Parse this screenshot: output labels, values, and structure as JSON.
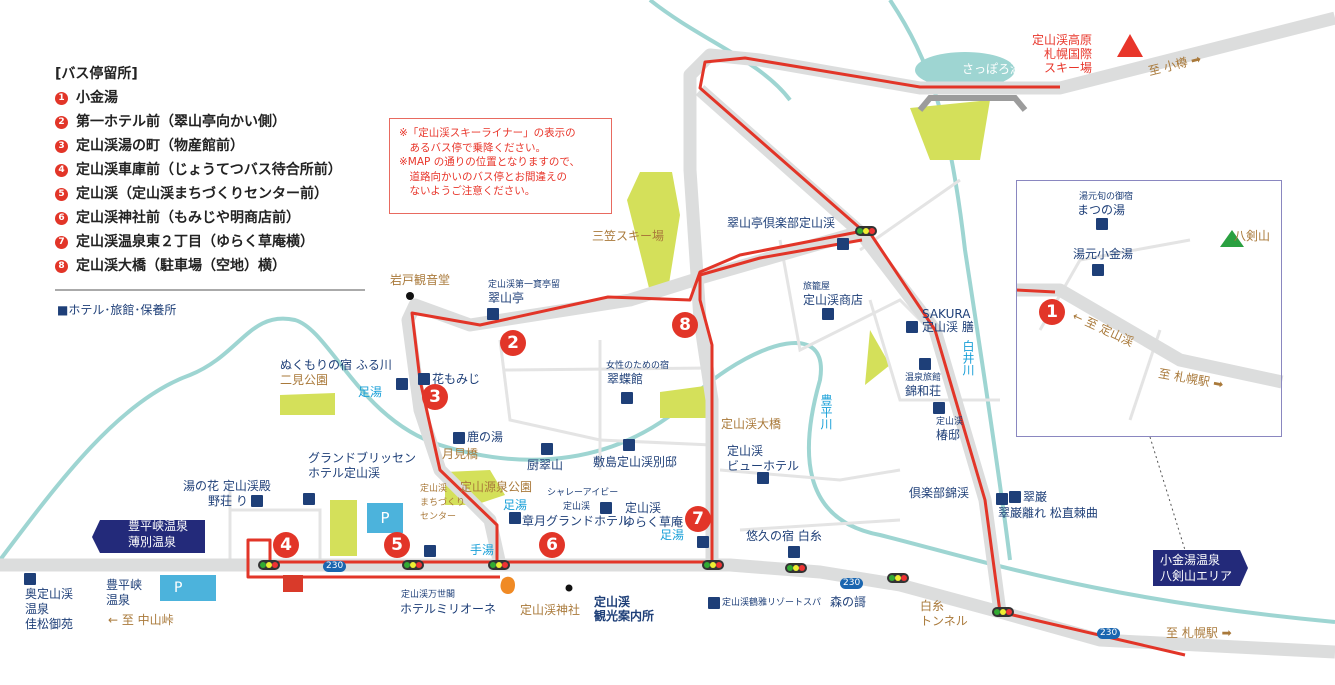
{
  "legend": {
    "title": "[バス停留所]",
    "stops": [
      {
        "num": "1",
        "label": "小金湯"
      },
      {
        "num": "2",
        "label": "第一ホテル前（翠山亭向かい側）"
      },
      {
        "num": "3",
        "label": "定山渓湯の町（物産館前）"
      },
      {
        "num": "4",
        "label": "定山渓車庫前（じょうてつバス待合所前）"
      },
      {
        "num": "5",
        "label": "定山渓（定山渓まちづくりセンター前）"
      },
      {
        "num": "6",
        "label": "定山渓神社前（もみじや明商店前）"
      },
      {
        "num": "7",
        "label": "定山渓温泉東２丁目（ゆらく草庵横）"
      },
      {
        "num": "8",
        "label": "定山渓大橋（駐車場（空地）横）"
      }
    ],
    "hotel_legend": "■ホテル･旅館･保養所"
  },
  "notice": [
    "※「定山渓スキーライナー」の表示の",
    "　あるバス停で乗降ください。",
    "※MAP の通りの位置となりますので、",
    "　道路向かいのバス停とお間違えの",
    "　ないようご注意ください。"
  ],
  "hotels": {
    "suizantei_sub": "定山渓第一寶亭留",
    "suizantei": "翠山亭",
    "furukawa": "ぬくもりの宿 ふる川",
    "hanamomiji": "花もみじ",
    "shikanoyu": "鹿の湯",
    "kuriyasuizan": "厨翠山",
    "shikishima": "敷島定山渓別邸",
    "suichokan_sub": "女性のための宿",
    "suichokan": "翠蝶館",
    "grand1": "グランドブリッセン",
    "grand2": "ホテル定山渓",
    "yunohana1": "湯の花 定山渓殿",
    "yunohana2": "野荘 り",
    "chalet1": "シャレーアイビー",
    "chalet2": "定山渓",
    "shogetsu": "章月グランドホテル",
    "yuraku1": "定山渓",
    "yuraku2": "ゆらく草庵",
    "million_sub": "定山渓万世閣",
    "million": "ホテルミリオーネ",
    "suizantei_club": "翠山亭倶楽部定山渓",
    "hatagoya_sub": "旅籠屋",
    "hatagoya": "定山渓商店",
    "sakura1": "SAKURA",
    "sakura2": "定山渓 膳",
    "kinwaso_sub": "温泉旅館",
    "kinwaso": "錦和荘",
    "tsubaki_sub": "定山渓",
    "tsubaki": "椿邸",
    "view1": "定山渓",
    "view2": "ビューホテル",
    "kinkei": "倶楽部錦渓",
    "suigan": "翠巌",
    "suigan_hanare": "翠巌離れ 松直棘曲",
    "shiraito": "悠久の宿 白糸",
    "morinouta_sub": "定山渓鶴雅リゾートスパ",
    "morinouta": "森の謌",
    "okujozankei": [
      "奥定山渓",
      "温泉",
      "佳松御苑"
    ],
    "hoheikyo": [
      "豊平峡",
      "温泉"
    ],
    "matsunoyu_sub": "湯元旬の御宿",
    "matsunoyu": "まつの湯",
    "koganeyu": "湯元小金湯"
  },
  "places": {
    "iwato": "岩戸観音堂",
    "mikasa": "三笠スキー場",
    "futami": "二見公園",
    "tsukimi": "月見橋",
    "gensen": "定山源泉公園",
    "machizukuri": [
      "定山渓",
      "まちづくり",
      "センター"
    ],
    "jinja": "定山渓神社",
    "ohashi": "定山渓大橋",
    "tunnel": [
      "白糸",
      "トンネル"
    ],
    "to_nakayama": "← 至 中山峠",
    "to_otaru": "至 小樽 ➡",
    "to_sapporo": "至 札幌駅 ➡",
    "inset_to_jozankei": "← 至 定山渓",
    "inset_to_sapporo": "至 札幌駅 ➡",
    "hakkenzan": "八剣山",
    "ski_resort": [
      "定山渓高原",
      "札幌国際",
      "スキー場"
    ],
    "lake": "さっぽろ湖",
    "info": [
      "定山渓",
      "観光案内所"
    ],
    "ashiyu": "足湯",
    "teyu": "手湯",
    "toyohira": "豊平川",
    "shirai": "白井川",
    "route230": "230",
    "parking": "P"
  },
  "boxes": {
    "hoheikyo_area": [
      "豊平峡温泉",
      "薄別温泉"
    ],
    "koganeyu_area": [
      "小金湯温泉",
      "八剣山エリア"
    ]
  },
  "stops_on_map": [
    "1",
    "2",
    "3",
    "4",
    "5",
    "6",
    "7",
    "8"
  ],
  "colors": {
    "route": "#e23528",
    "road": "#dcdddd",
    "river": "#9ed5d2",
    "park": "#d4e05a",
    "hotel": "#1e3f78"
  }
}
